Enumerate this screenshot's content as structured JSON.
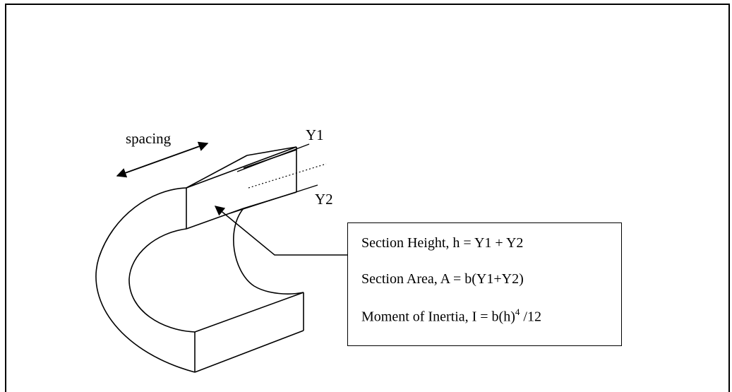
{
  "labels": {
    "spacing": "spacing",
    "y1": "Y1",
    "y2": "Y2"
  },
  "formulas": {
    "height": "Section Height, h = Y1 + Y2",
    "area": "Section Area, A = b(Y1+Y2)",
    "inertia_prefix": "Moment of Inertia, I = b(h)",
    "inertia_exponent": "4",
    "inertia_suffix": " /12"
  },
  "colors": {
    "stroke": "#000000",
    "background": "#ffffff"
  }
}
